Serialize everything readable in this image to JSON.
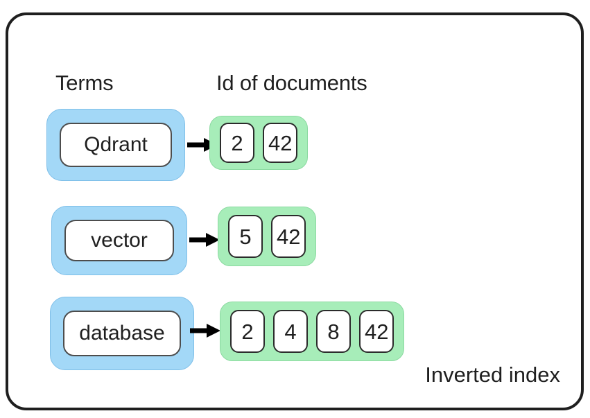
{
  "diagram": {
    "caption": "Inverted index",
    "columns": {
      "terms_header": "Terms",
      "docids_header": "Id of documents"
    },
    "colors": {
      "frame_border": "#1f1f1f",
      "term_fill": "#a3d8f7",
      "postings_fill": "#a7edb9",
      "cell_fill": "#ffffff",
      "text": "#1f1f1f",
      "arrow": "#000000",
      "background": "#ffffff"
    },
    "rows": [
      {
        "term": "Qdrant",
        "arrow": "arrow-right",
        "doc_ids": [
          "2",
          "42"
        ]
      },
      {
        "term": "vector",
        "arrow": "arrow-right",
        "doc_ids": [
          "5",
          "42"
        ]
      },
      {
        "term": "database",
        "arrow": "arrow-right",
        "doc_ids": [
          "2",
          "4",
          "8",
          "42"
        ]
      }
    ]
  }
}
